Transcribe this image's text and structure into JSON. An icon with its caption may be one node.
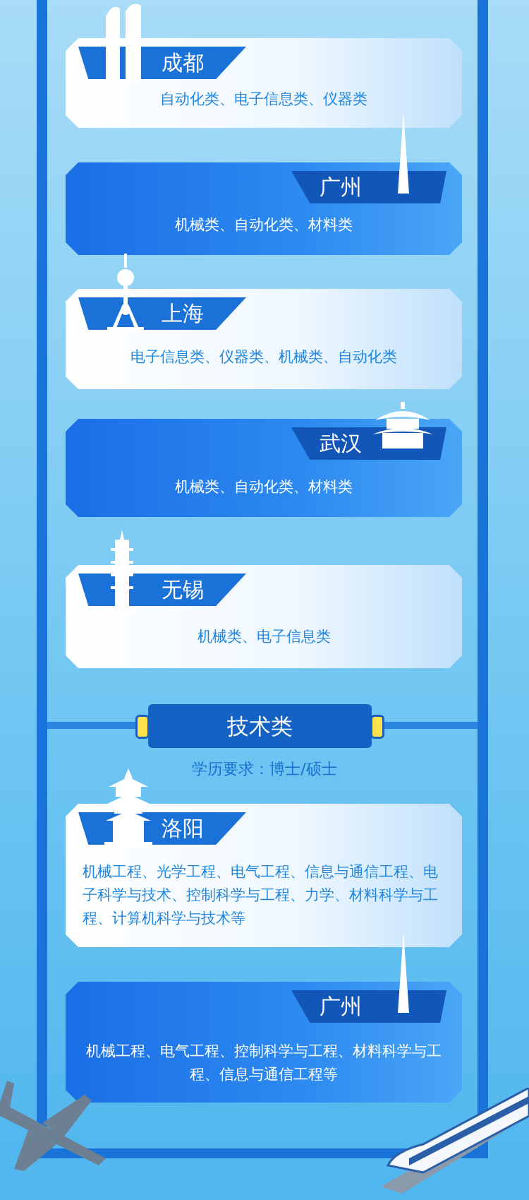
{
  "diagram": {
    "nodes": [
      {
        "text": [
          "成都",
          "自动化类、电子信息类、仪器类"
        ]
      },
      {
        "text": [
          "广州",
          "机械类、自动化类、材料类"
        ]
      },
      {
        "text": [
          "上海",
          "电子信息类、仪器类、机械类、自动化类"
        ]
      },
      {
        "text": [
          "武汉",
          "机械类、自动化类、材料类"
        ]
      },
      {
        "text": [
          "无锡",
          "机械类、电子信息类"
        ]
      },
      {
        "text": [
          "技术类"
        ]
      },
      {
        "text": [
          "洛阳",
          "机械工程、光学工程、电气工程、信息与通信工程、电子科学与技术、控制科学与工程、力学、材料科学与工程、计算机科学与技术等"
        ]
      },
      {
        "text": [
          "广州",
          "机械工程、电气工程、控制科学与工程、材料科学与工程、信息与通信工程等"
        ]
      }
    ],
    "edges": [],
    "labels": [
      "学历要求：博士/硕士"
    ]
  }
}
